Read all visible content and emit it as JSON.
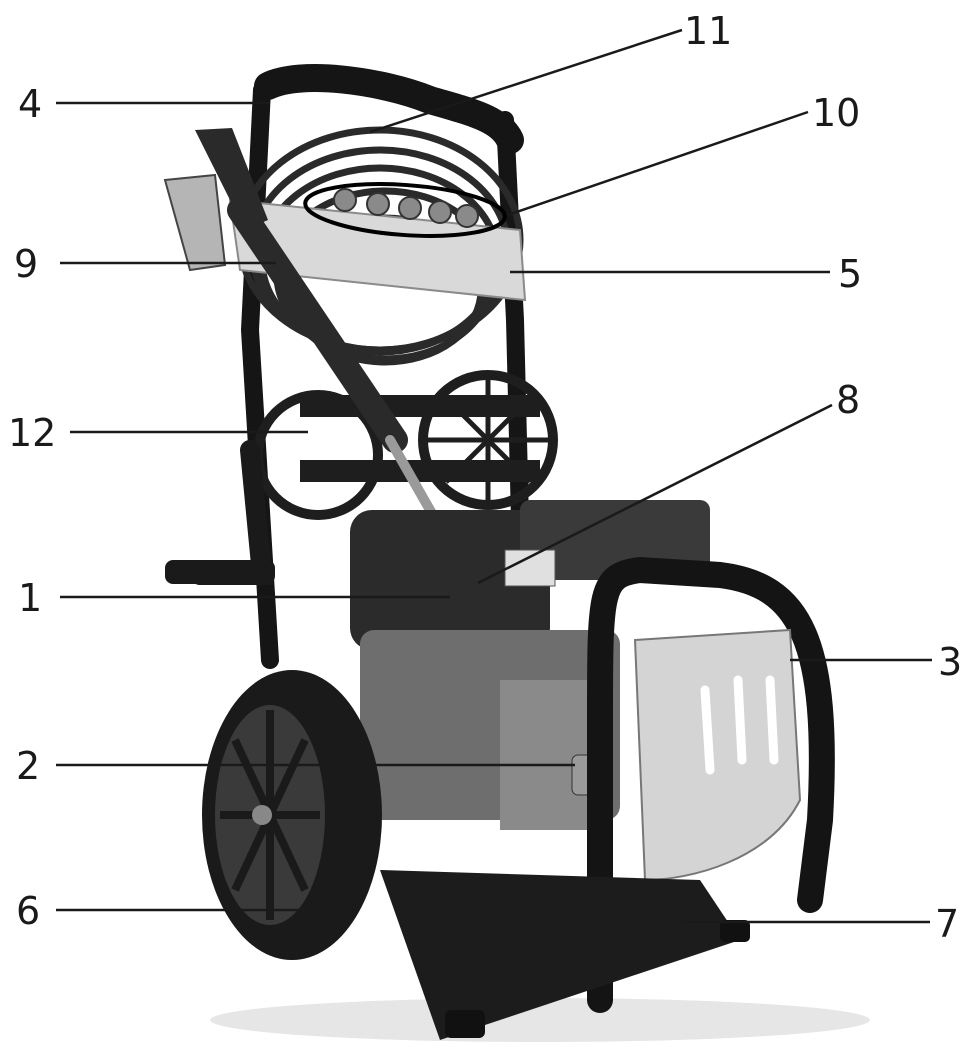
{
  "labels": {
    "n1": "1",
    "n2": "2",
    "n3": "3",
    "n4": "4",
    "n5": "5",
    "n6": "6",
    "n7": "7",
    "n8": "8",
    "n9": "9",
    "n10": "10",
    "n11": "11",
    "n12": "12"
  },
  "colors": {
    "leader": "#1a1a1a",
    "frame": "#151515",
    "metal": "#9a9a9a",
    "panel": "#d9d9d9",
    "engine": "#2b2b2b"
  }
}
